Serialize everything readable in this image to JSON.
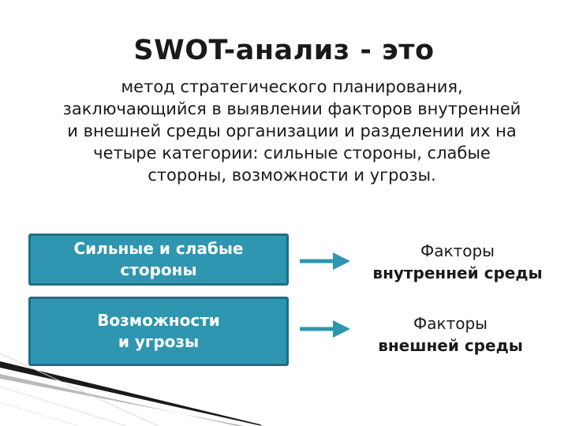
{
  "title": "SWOT-анализ - это",
  "description": "метод стратегического планирования, заключающийся в выявлении факторов внутренней и внешней среды организации и разделении их на четыре категории: сильные стороны, слабые стороны, возможности и угрозы.",
  "boxes": [
    {
      "line1": "Сильные и слабые",
      "line2": "стороны"
    },
    {
      "line1": "Возможности",
      "line2": "и угрозы"
    }
  ],
  "factors": [
    {
      "line1": "Факторы",
      "line2": "внутренней среды"
    },
    {
      "line1": "Факторы",
      "line2": "внешней среды"
    }
  ],
  "colors": {
    "box_fill": "#2e96b0",
    "box_border": "#1f6e84",
    "arrow": "#2e96b0"
  },
  "icons": {
    "arrow": "right-arrow-icon"
  }
}
